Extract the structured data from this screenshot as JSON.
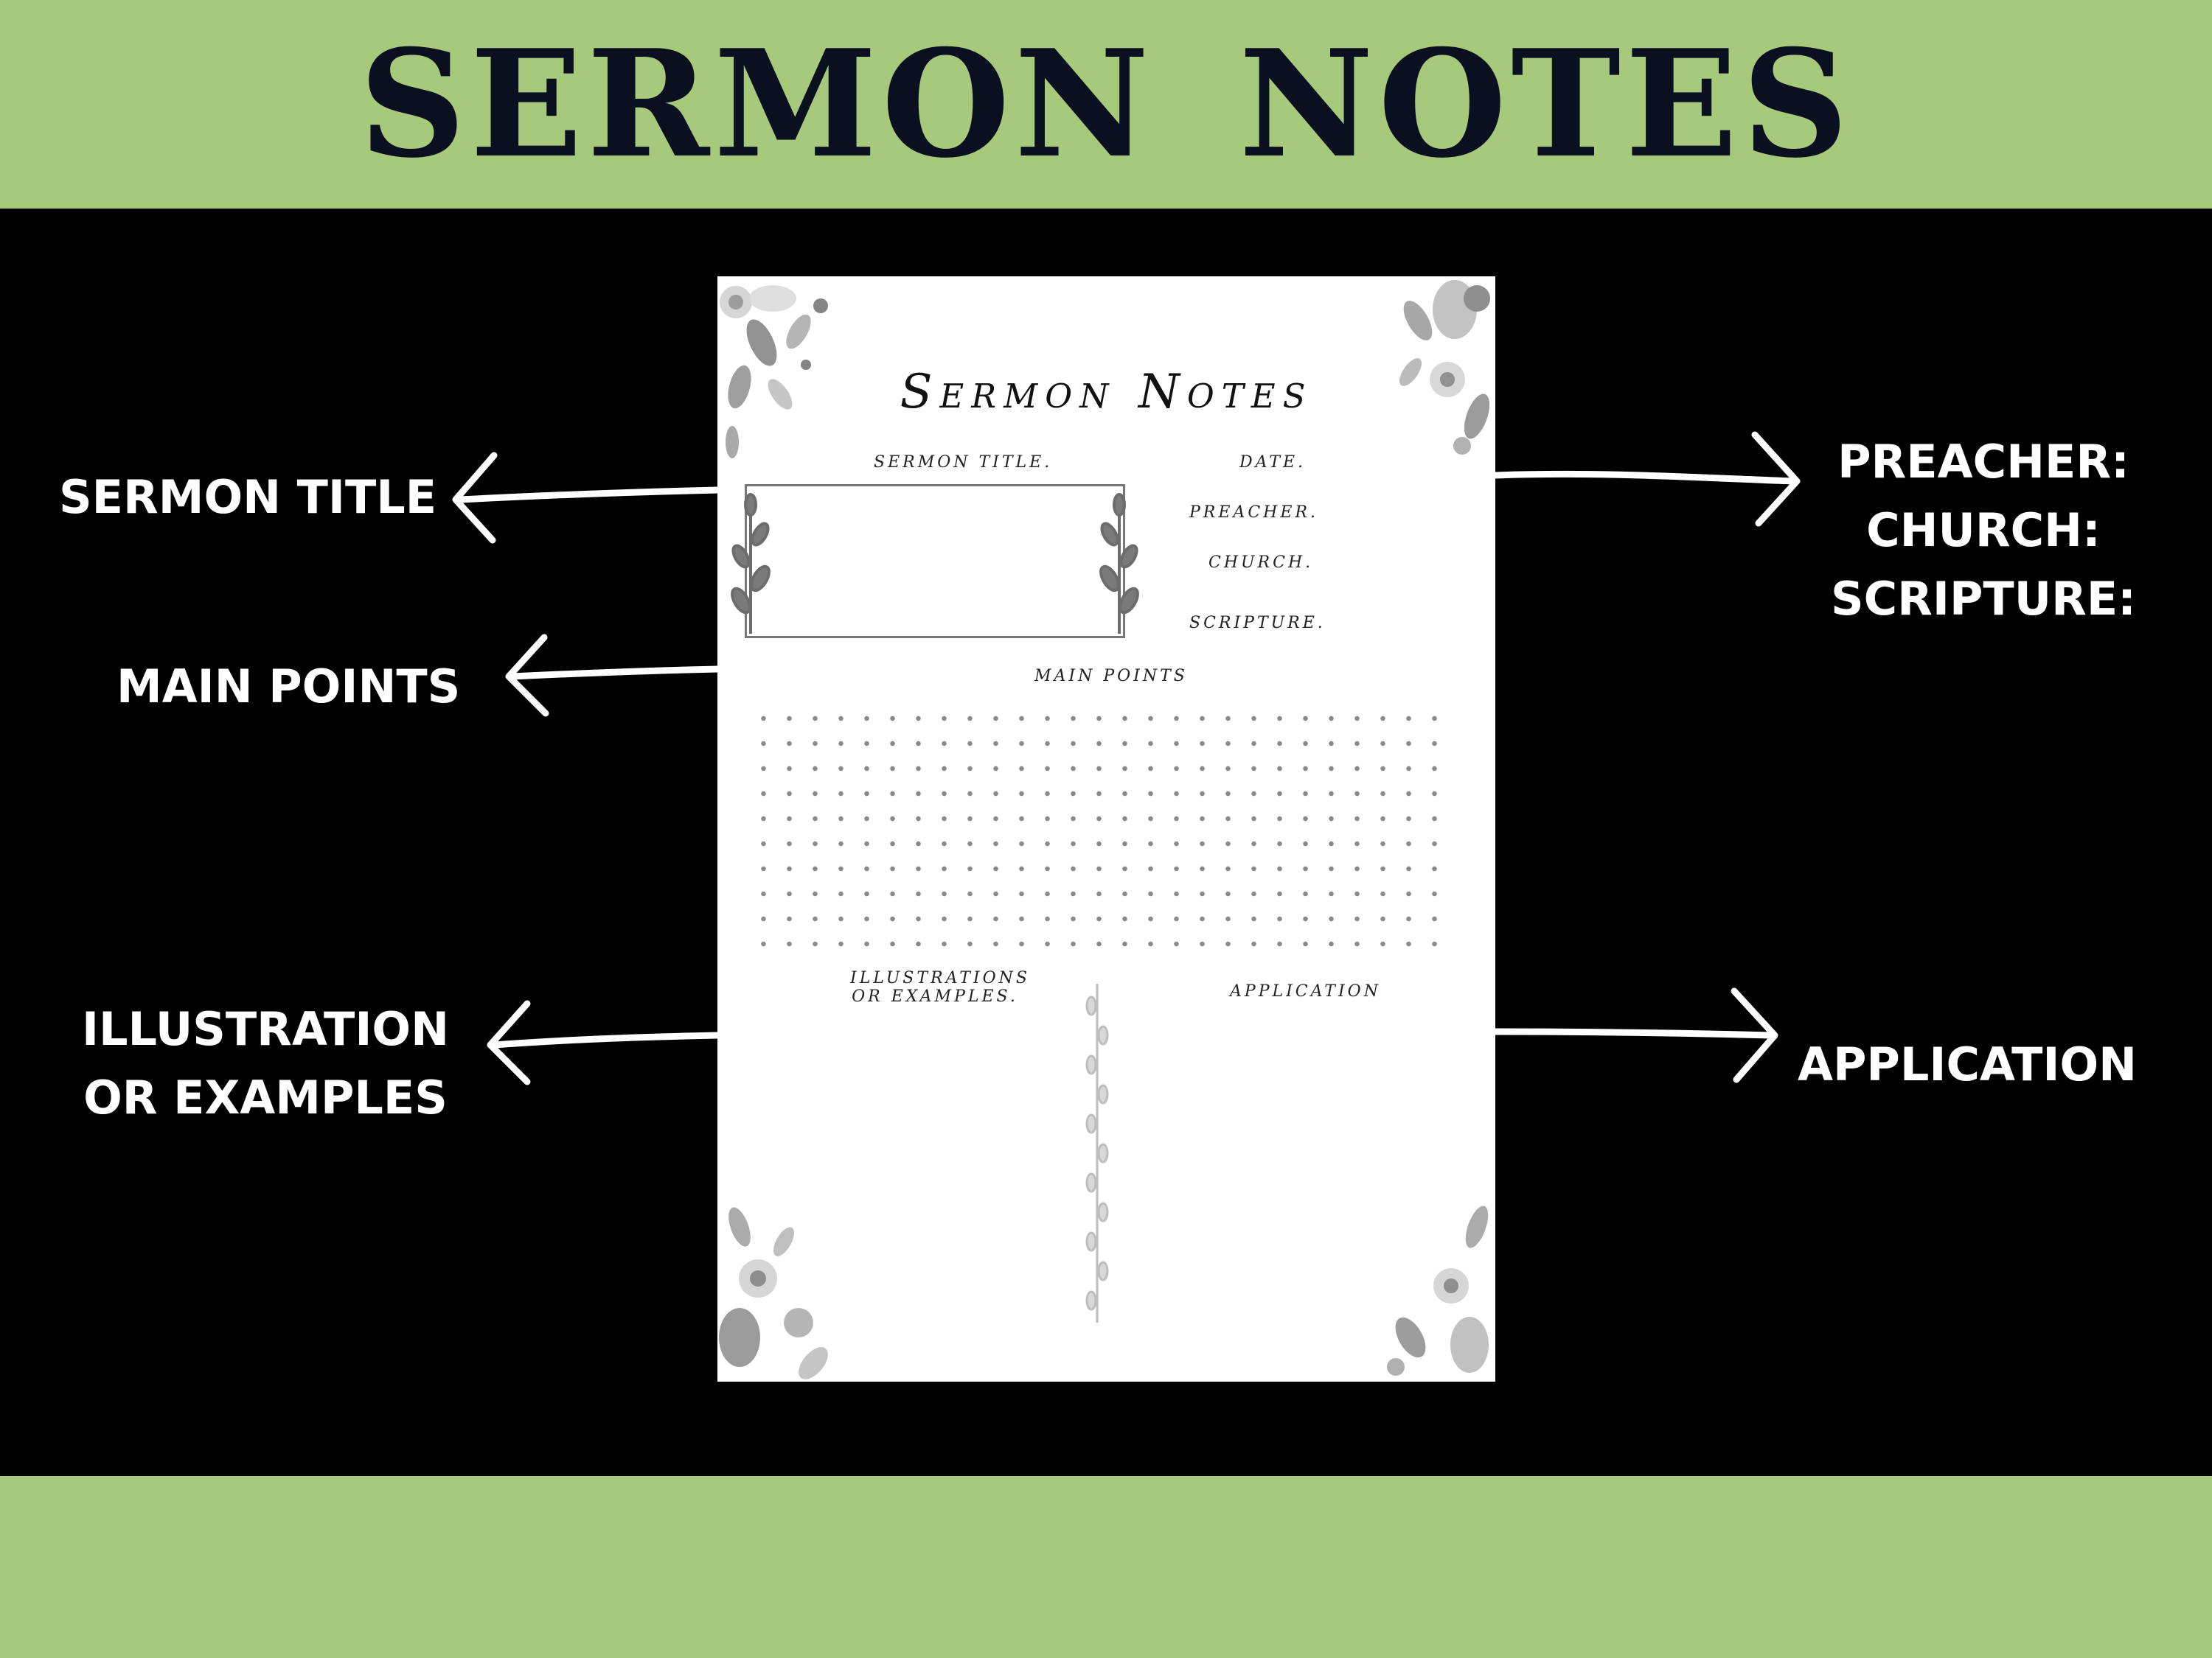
{
  "banner": {
    "title": "SERMON NOTES",
    "color": "#a7c97c",
    "text_color": "#0b1020"
  },
  "callouts": {
    "sermon_title": "SERMON TITLE",
    "main_points": "MAIN POINTS",
    "illustration_line1": "ILLUSTRATION",
    "illustration_line2": "OR EXAMPLES",
    "preacher": "PREACHER:",
    "church": "CHURCH:",
    "scripture": "SCRIPTURE:",
    "application": "APPLICATION"
  },
  "worksheet": {
    "title": "Sermon Notes",
    "labels": {
      "sermon_title": "SERMON TITLE.",
      "date": "DATE.",
      "preacher": "PREACHER.",
      "church": "CHURCH.",
      "scripture": "SCRIPTURE.",
      "main_points": "MAIN POINTS",
      "illustrations_line1": "ILLUSTRATIONS",
      "illustrations_line2": "OR EXAMPLES.",
      "application": "APPLICATION"
    }
  },
  "icons": {
    "arrow": "arrow-icon",
    "floral": "floral-icon",
    "leaf_sprig": "leaf-sprig-icon",
    "vine_divider": "vine-divider-icon"
  }
}
